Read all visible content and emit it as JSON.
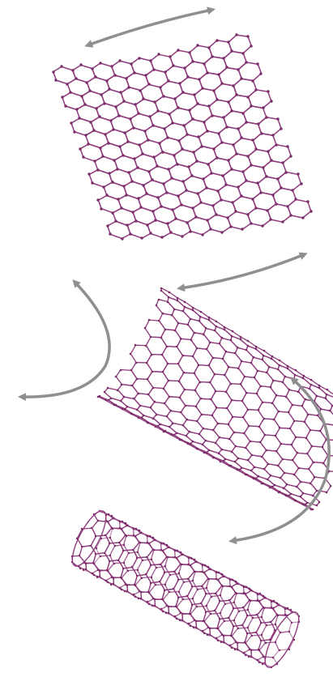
{
  "figure": {
    "panels": [
      {
        "name": "graphene-sheet",
        "shape": "flat sheet"
      },
      {
        "name": "curling-sheet",
        "shape": "half-rolled sheet"
      },
      {
        "name": "carbon-nanotube",
        "shape": "closed cylinder"
      }
    ],
    "arrows": [
      {
        "name": "top-curve-arrow",
        "direction": "bidirectional"
      },
      {
        "name": "middle-right-arrow",
        "direction": "bidirectional"
      },
      {
        "name": "left-curl-arrow",
        "direction": "bidirectional"
      },
      {
        "name": "right-curl-arrow",
        "direction": "bidirectional"
      }
    ]
  },
  "colors": {
    "lattice_stroke": "#8e3b7c",
    "lattice_atom": "#7a2c69",
    "arrow": "#8f8f8f",
    "background": "#ffffff"
  }
}
